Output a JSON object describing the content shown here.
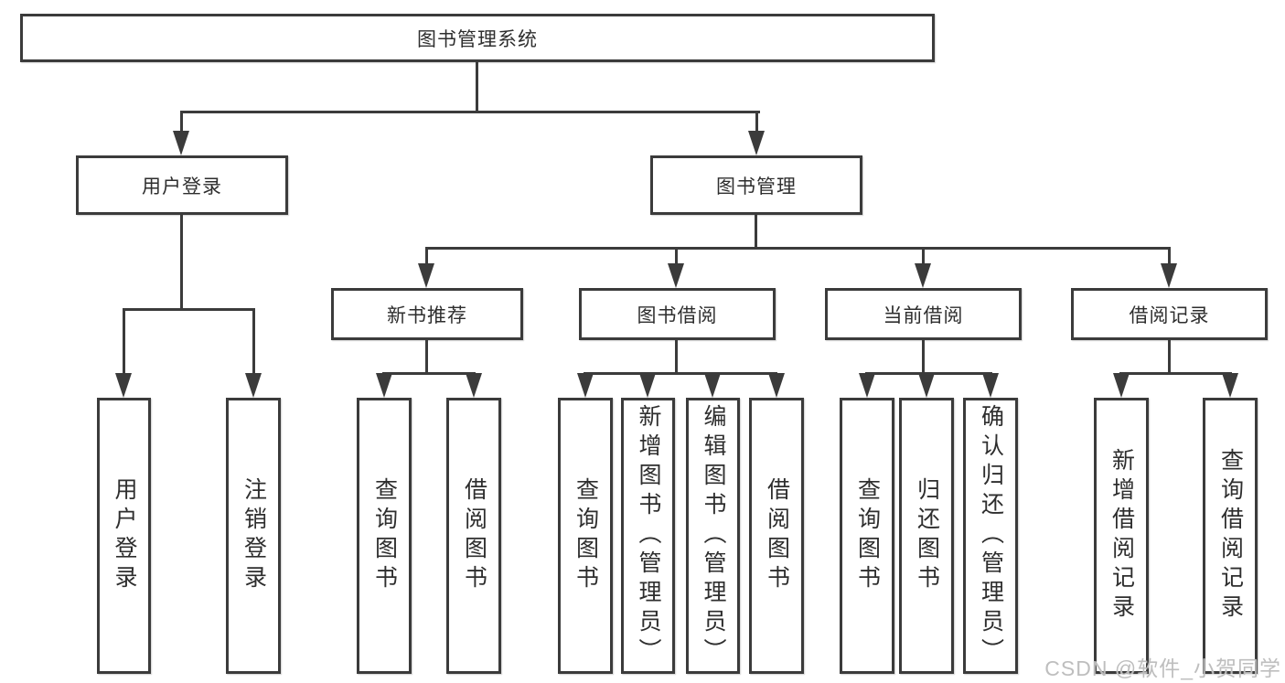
{
  "tree": {
    "label": "图书管理系统",
    "children": [
      {
        "label": "用户登录",
        "children": [
          {
            "label": "用户登录"
          },
          {
            "label": "注销登录"
          }
        ]
      },
      {
        "label": "图书管理",
        "children": [
          {
            "label": "新书推荐",
            "children": [
              {
                "label": "查询图书"
              },
              {
                "label": "借阅图书"
              }
            ]
          },
          {
            "label": "图书借阅",
            "children": [
              {
                "label": "查询图书"
              },
              {
                "label": "新增图书（管理员）"
              },
              {
                "label": "编辑图书（管理员）"
              },
              {
                "label": "借阅图书"
              }
            ]
          },
          {
            "label": "当前借阅",
            "children": [
              {
                "label": "查询图书"
              },
              {
                "label": "归还图书"
              },
              {
                "label": "确认归还（管理员）"
              }
            ]
          },
          {
            "label": "借阅记录",
            "children": [
              {
                "label": "新增借阅记录"
              },
              {
                "label": "查询借阅记录"
              }
            ]
          }
        ]
      }
    ]
  },
  "watermark": {
    "text": "CSDN @软件_小贺同学"
  },
  "colors": {
    "line": "#3b3b3b",
    "text": "#2e2e2e",
    "background": "#ffffff",
    "watermark": "#b9b9b9"
  }
}
